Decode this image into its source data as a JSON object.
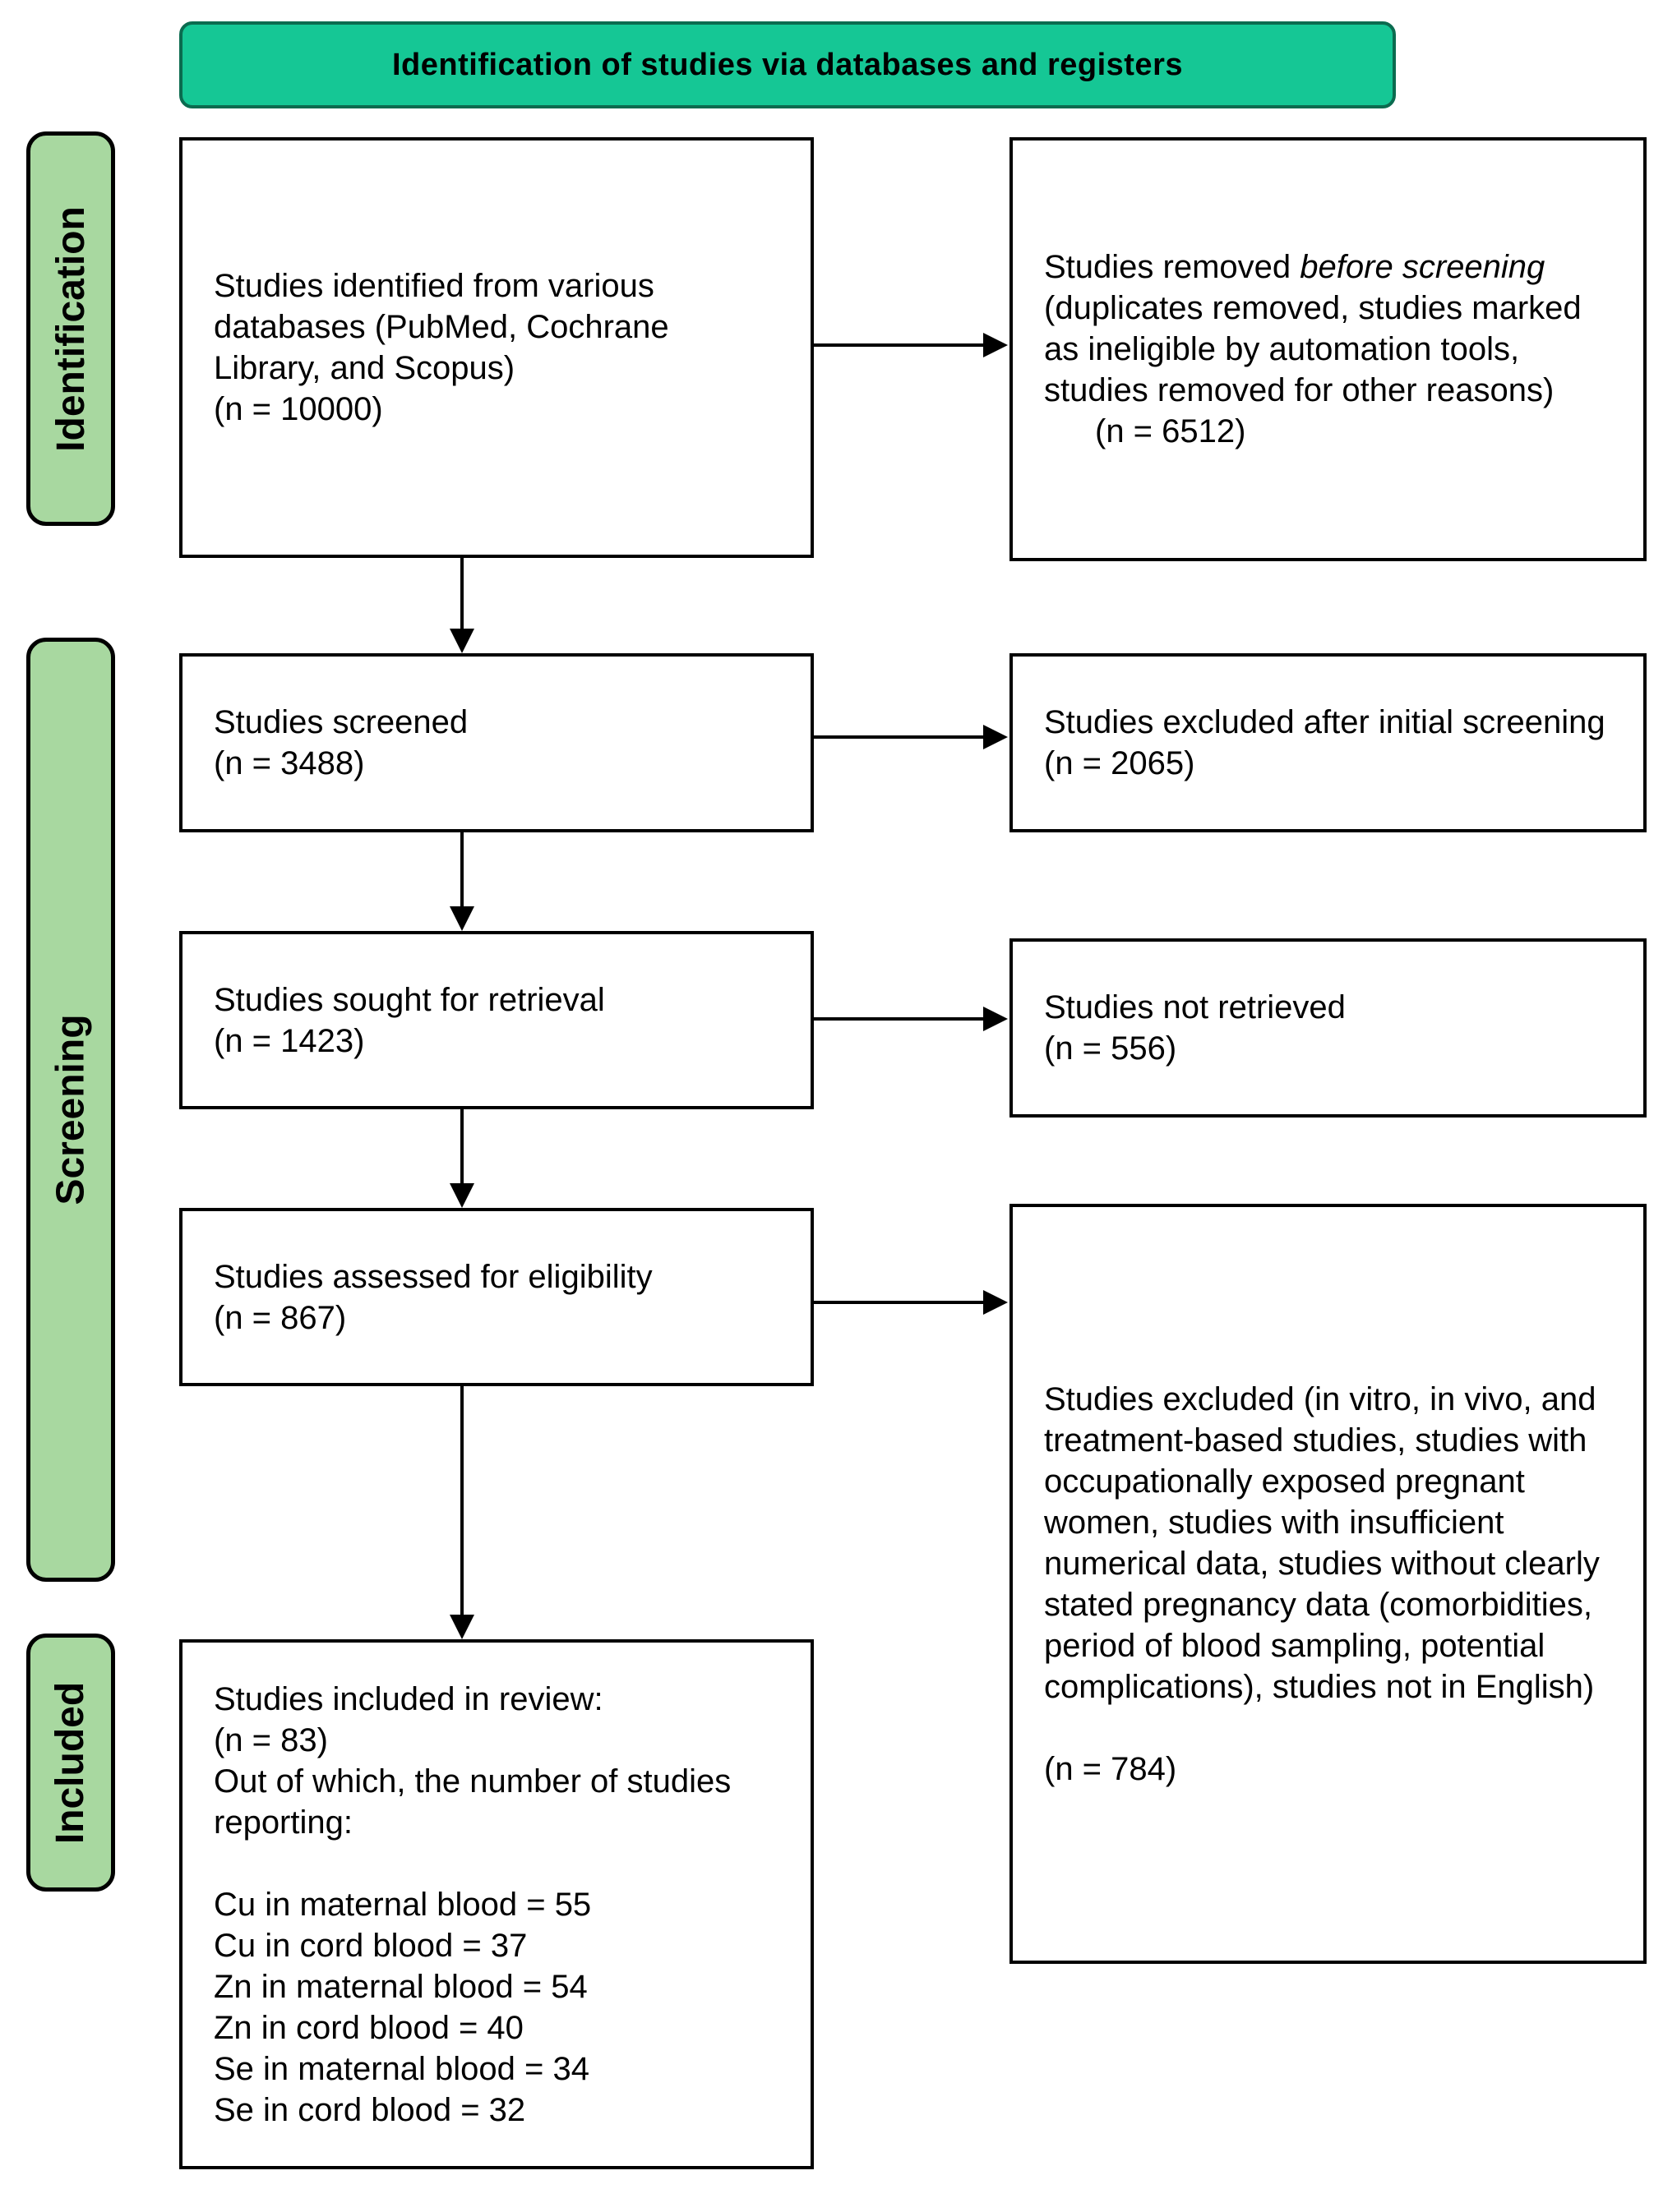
{
  "header": {
    "title": "Identification of studies via databases and registers"
  },
  "stages": {
    "identification": "Identification",
    "screening": "Screening",
    "included": "Included"
  },
  "boxes": {
    "identified": {
      "text": "Studies identified from various databases (PubMed, Cochrane Library, and Scopus)",
      "n": "(n = 10000)"
    },
    "removed_before_screening": {
      "part1": "Studies removed ",
      "italic": "before screening",
      "part2": " (duplicates removed, studies marked as ineligible by automation tools, studies removed for other reasons)",
      "n": "(n = 6512)"
    },
    "screened": {
      "text": "Studies screened",
      "n": "(n = 3488)"
    },
    "excluded_initial": {
      "text": "Studies excluded after initial screening",
      "n": "(n = 2065)"
    },
    "sought": {
      "text": "Studies sought for retrieval",
      "n": "(n = 1423)"
    },
    "not_retrieved": {
      "text": "Studies not retrieved",
      "n": "(n = 556)"
    },
    "assessed": {
      "text": "Studies assessed for eligibility",
      "n": "(n = 867)"
    },
    "excluded_eligibility": {
      "text": "Studies excluded (in vitro, in vivo, and treatment-based studies, studies with occupationally exposed pregnant women, studies with insufficient numerical data, studies without clearly stated pregnancy data (comorbidities, period of blood sampling, potential complications), studies not in English)",
      "n": "(n = 784)"
    },
    "included": {
      "line1": "Studies included in review:",
      "line2": "(n = 83)",
      "line3": "Out of which, the number of studies reporting:",
      "counts": [
        "Cu in maternal blood = 55",
        "Cu in cord blood = 37",
        "Zn in maternal blood = 54",
        "Zn in cord blood = 40",
        "Se in maternal blood = 34",
        "Se in cord blood = 32"
      ]
    }
  },
  "colors": {
    "banner_fill": "#15C795",
    "stage_fill": "#A8D8A0",
    "border": "#000000"
  }
}
